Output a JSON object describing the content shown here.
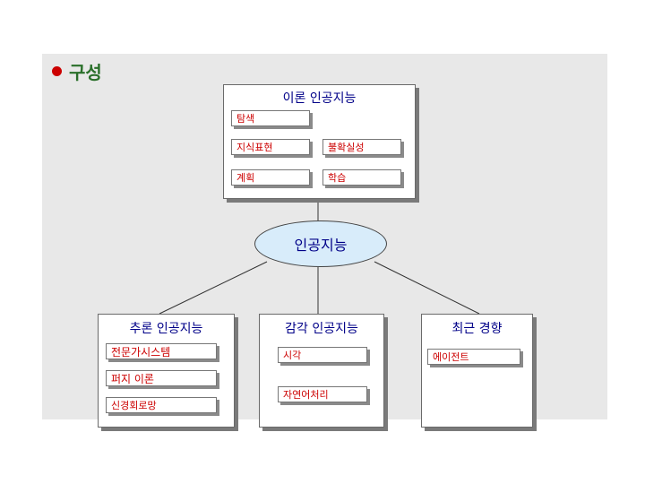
{
  "title": "구성",
  "center_node": "인공지능",
  "theory_box": {
    "title": "이론 인공지능",
    "items": [
      "탐색",
      "지식표현",
      "불확실성",
      "계획",
      "학습"
    ]
  },
  "reasoning_box": {
    "title": "추론 인공지능",
    "items": [
      "전문가시스템",
      "퍼지 이론",
      "신경회로망"
    ]
  },
  "perception_box": {
    "title": "감각 인공지능",
    "items": [
      "시각",
      "자연어처리"
    ]
  },
  "trends_box": {
    "title": "최근 경향",
    "items": [
      "에이전트"
    ]
  },
  "colors": {
    "title_text": "#2a6f2a",
    "bullet": "#cc0000",
    "heading_text": "#000088",
    "item_text": "#cc0000",
    "center_fill": "#d8ecfa",
    "panel": "#e8e8e8"
  }
}
